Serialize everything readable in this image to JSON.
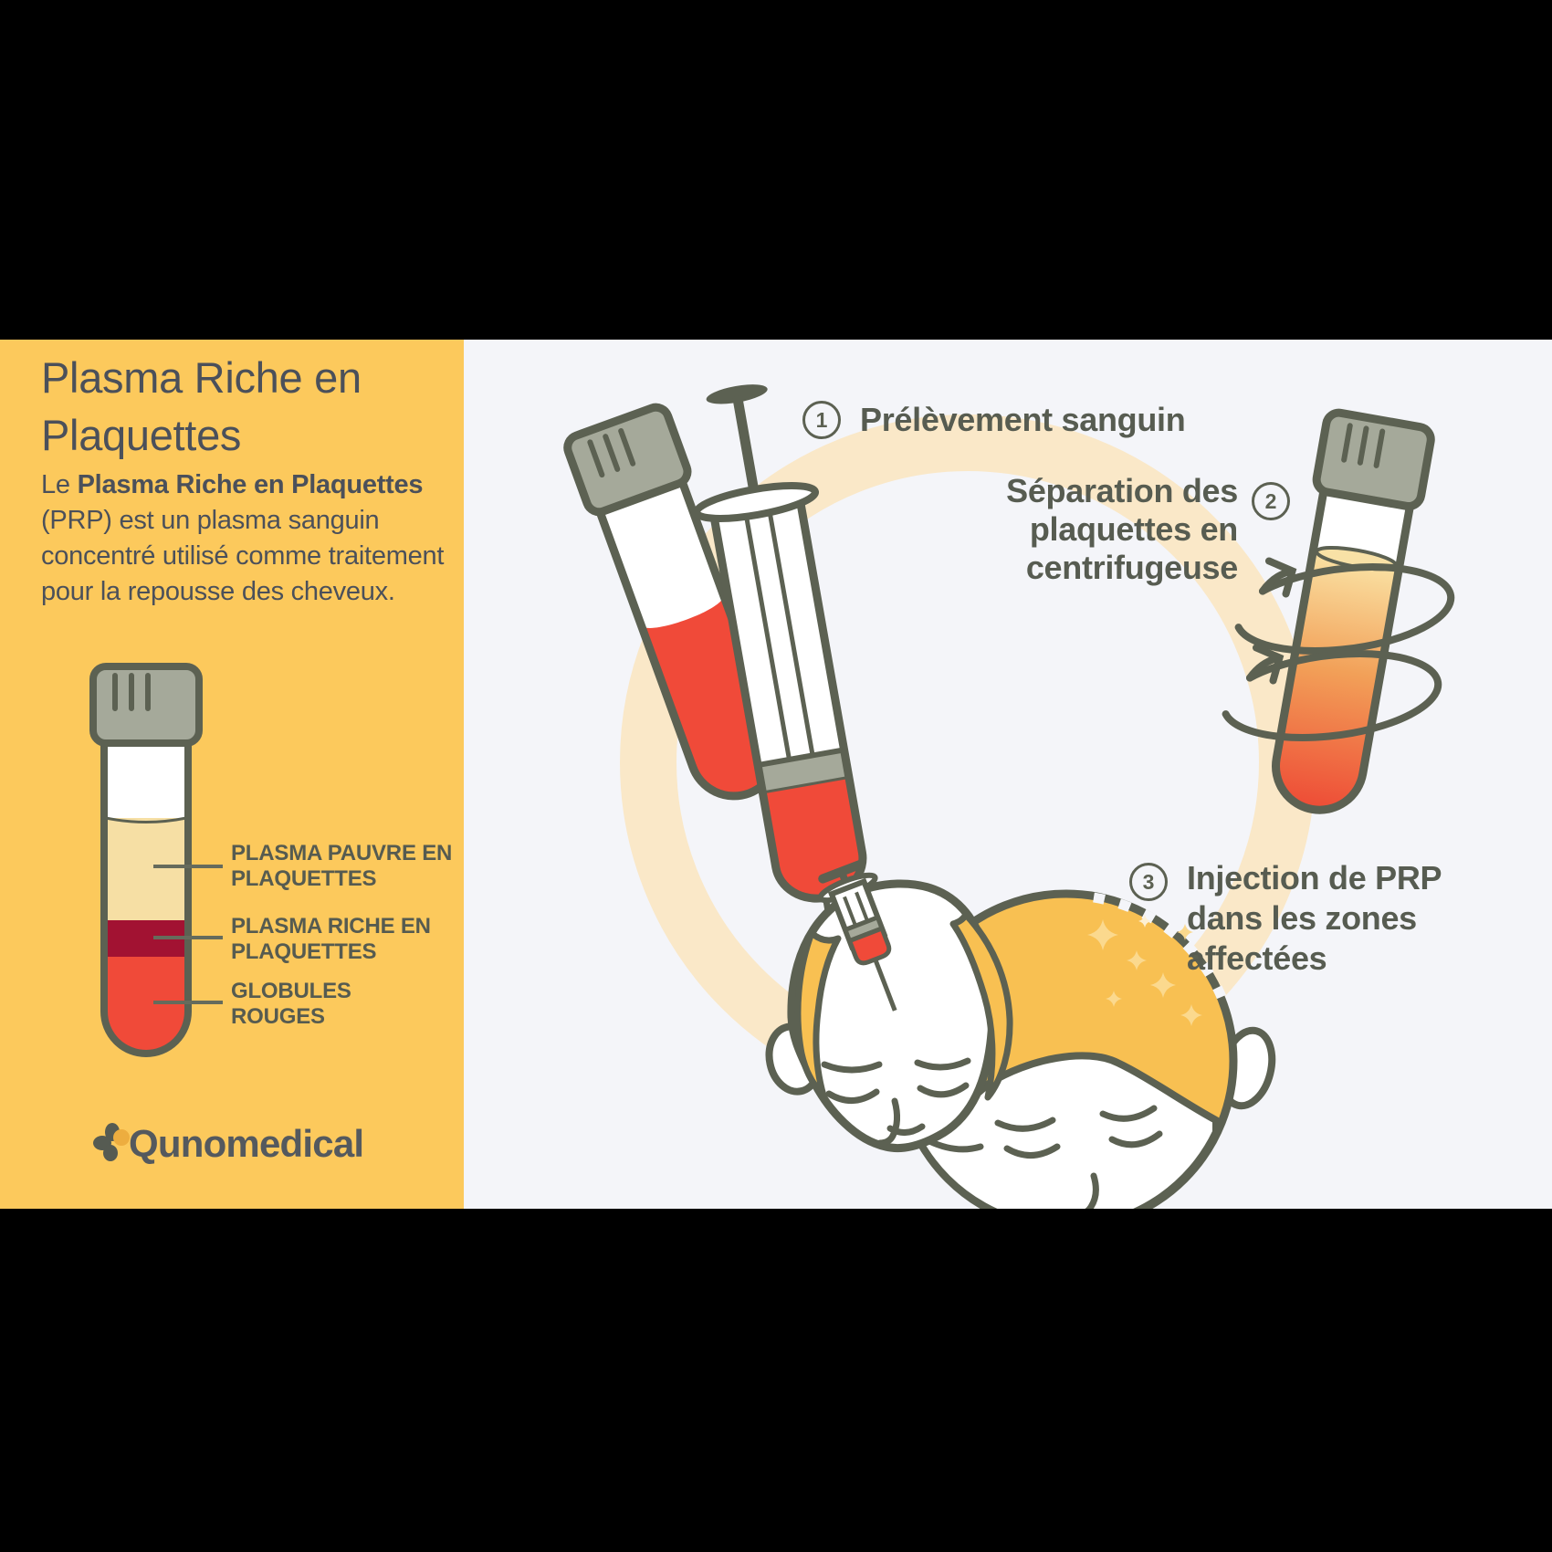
{
  "sidebar": {
    "title": "Plasma Riche en Plaquettes",
    "intro_lead": "Le ",
    "intro_bold": "Plasma Riche en Plaquettes",
    "intro_rest": " (PRP) est un plasma sanguin concentré utilisé comme traitement pour la repousse des cheveux.",
    "tube_labels": [
      "PLASMA PAUVRE EN PLAQUETTES",
      "PLASMA RICHE EN PLAQUETTES",
      "GLOBULES ROUGES"
    ],
    "logo_text": "Qunomedical"
  },
  "steps": [
    {
      "num": "1",
      "label": "Prélèvement sanguin"
    },
    {
      "num": "2",
      "label": "Séparation des plaquettes en centrifugeuse"
    },
    {
      "num": "3",
      "label": "Injection de PRP dans les zones affectées"
    }
  ],
  "colors": {
    "sidebar_bg": "#FCC95C",
    "panel_bg": "#F4F5F9",
    "outline_olive": "#5C6152",
    "blood_red": "#F04A39",
    "prp_dark_red": "#A21232",
    "plasma_cream": "#F6DFA4",
    "cycle_ring_cream": "#FAE8C8",
    "hair_yellow": "#F8C052",
    "cap_gray": "#A5A99A",
    "text_dark": "#4B505A",
    "text_olive": "#575C51"
  }
}
